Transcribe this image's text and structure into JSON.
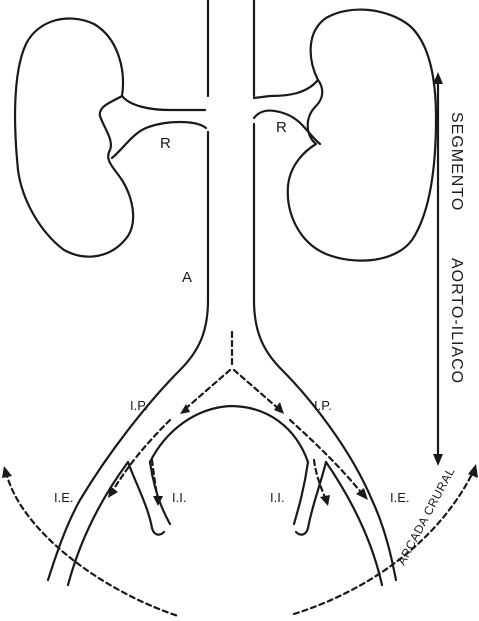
{
  "labels": {
    "renal_left": "R",
    "renal_right": "R",
    "aorta": "A",
    "iliaca_primitiva_left": "I.P.",
    "iliaca_primitiva_right": "I.P.",
    "iliaca_interna_left": "I.I.",
    "iliaca_interna_right": "I.I.",
    "iliaca_externa_left": "I.E.",
    "iliaca_externa_right": "I.E."
  },
  "side_text": {
    "line1": "SEGMENTO",
    "line2": "AORTO-ILIACO"
  },
  "arc_label": "ARCADA CRURAL",
  "colors": {
    "ink": "#1a1a1a",
    "background": "#ffffff"
  }
}
